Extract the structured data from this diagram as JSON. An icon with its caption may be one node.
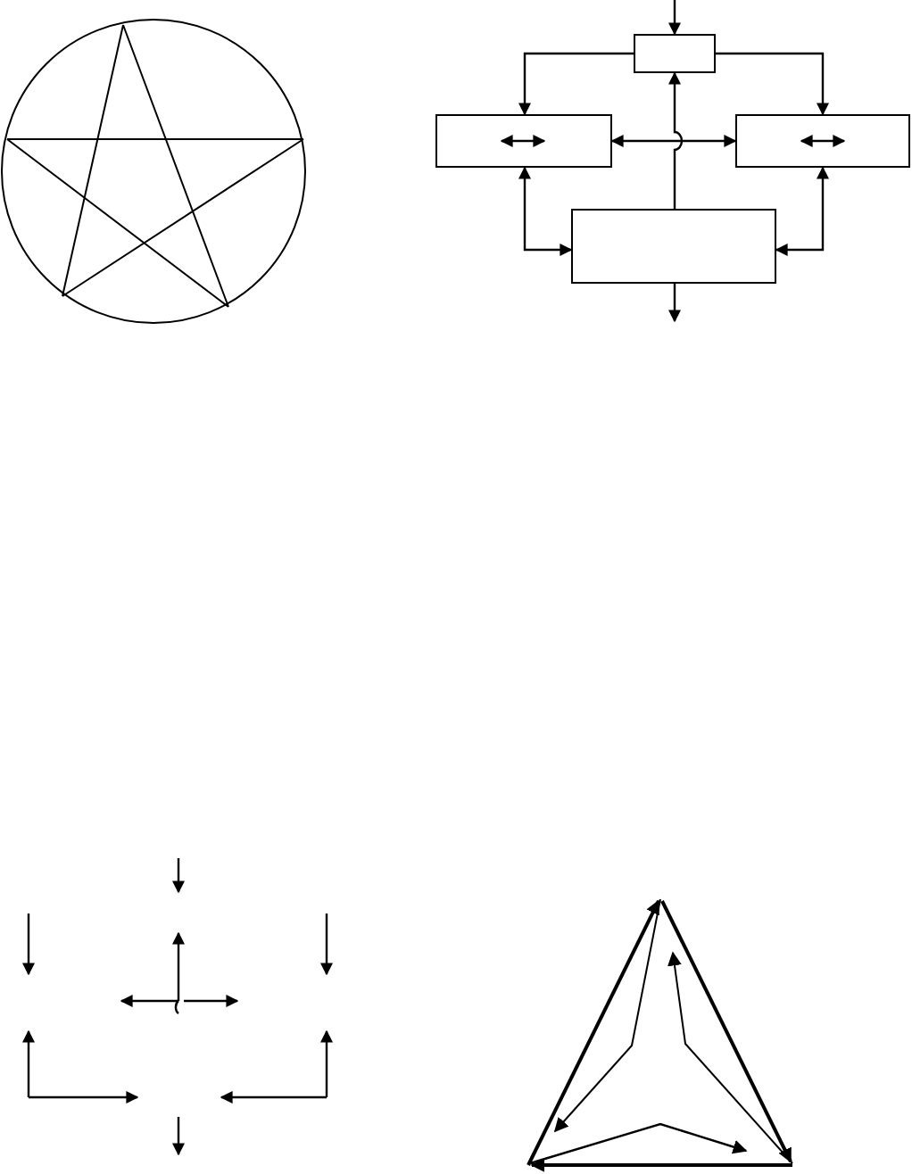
{
  "diagram": {
    "nodes": [
      {
        "text": [],
        "shape": "box"
      },
      {
        "text": [],
        "shape": "box"
      },
      {
        "text": [],
        "shape": "box"
      },
      {
        "text": [],
        "shape": "box"
      }
    ],
    "edges": [
      {
        "from": null,
        "to": 0,
        "arrow": "to"
      },
      {
        "from": 0,
        "to": 1,
        "arrow": "to"
      },
      {
        "from": 0,
        "to": 2,
        "arrow": "to"
      },
      {
        "from": 3,
        "to": 0,
        "arrow": "to"
      },
      {
        "from": 1,
        "to": 2,
        "arrow": "both"
      },
      {
        "from": 1,
        "to": 3,
        "arrow": "both"
      },
      {
        "from": 2,
        "to": 3,
        "arrow": "both"
      },
      {
        "from": 3,
        "to": null,
        "arrow": "to"
      }
    ]
  }
}
